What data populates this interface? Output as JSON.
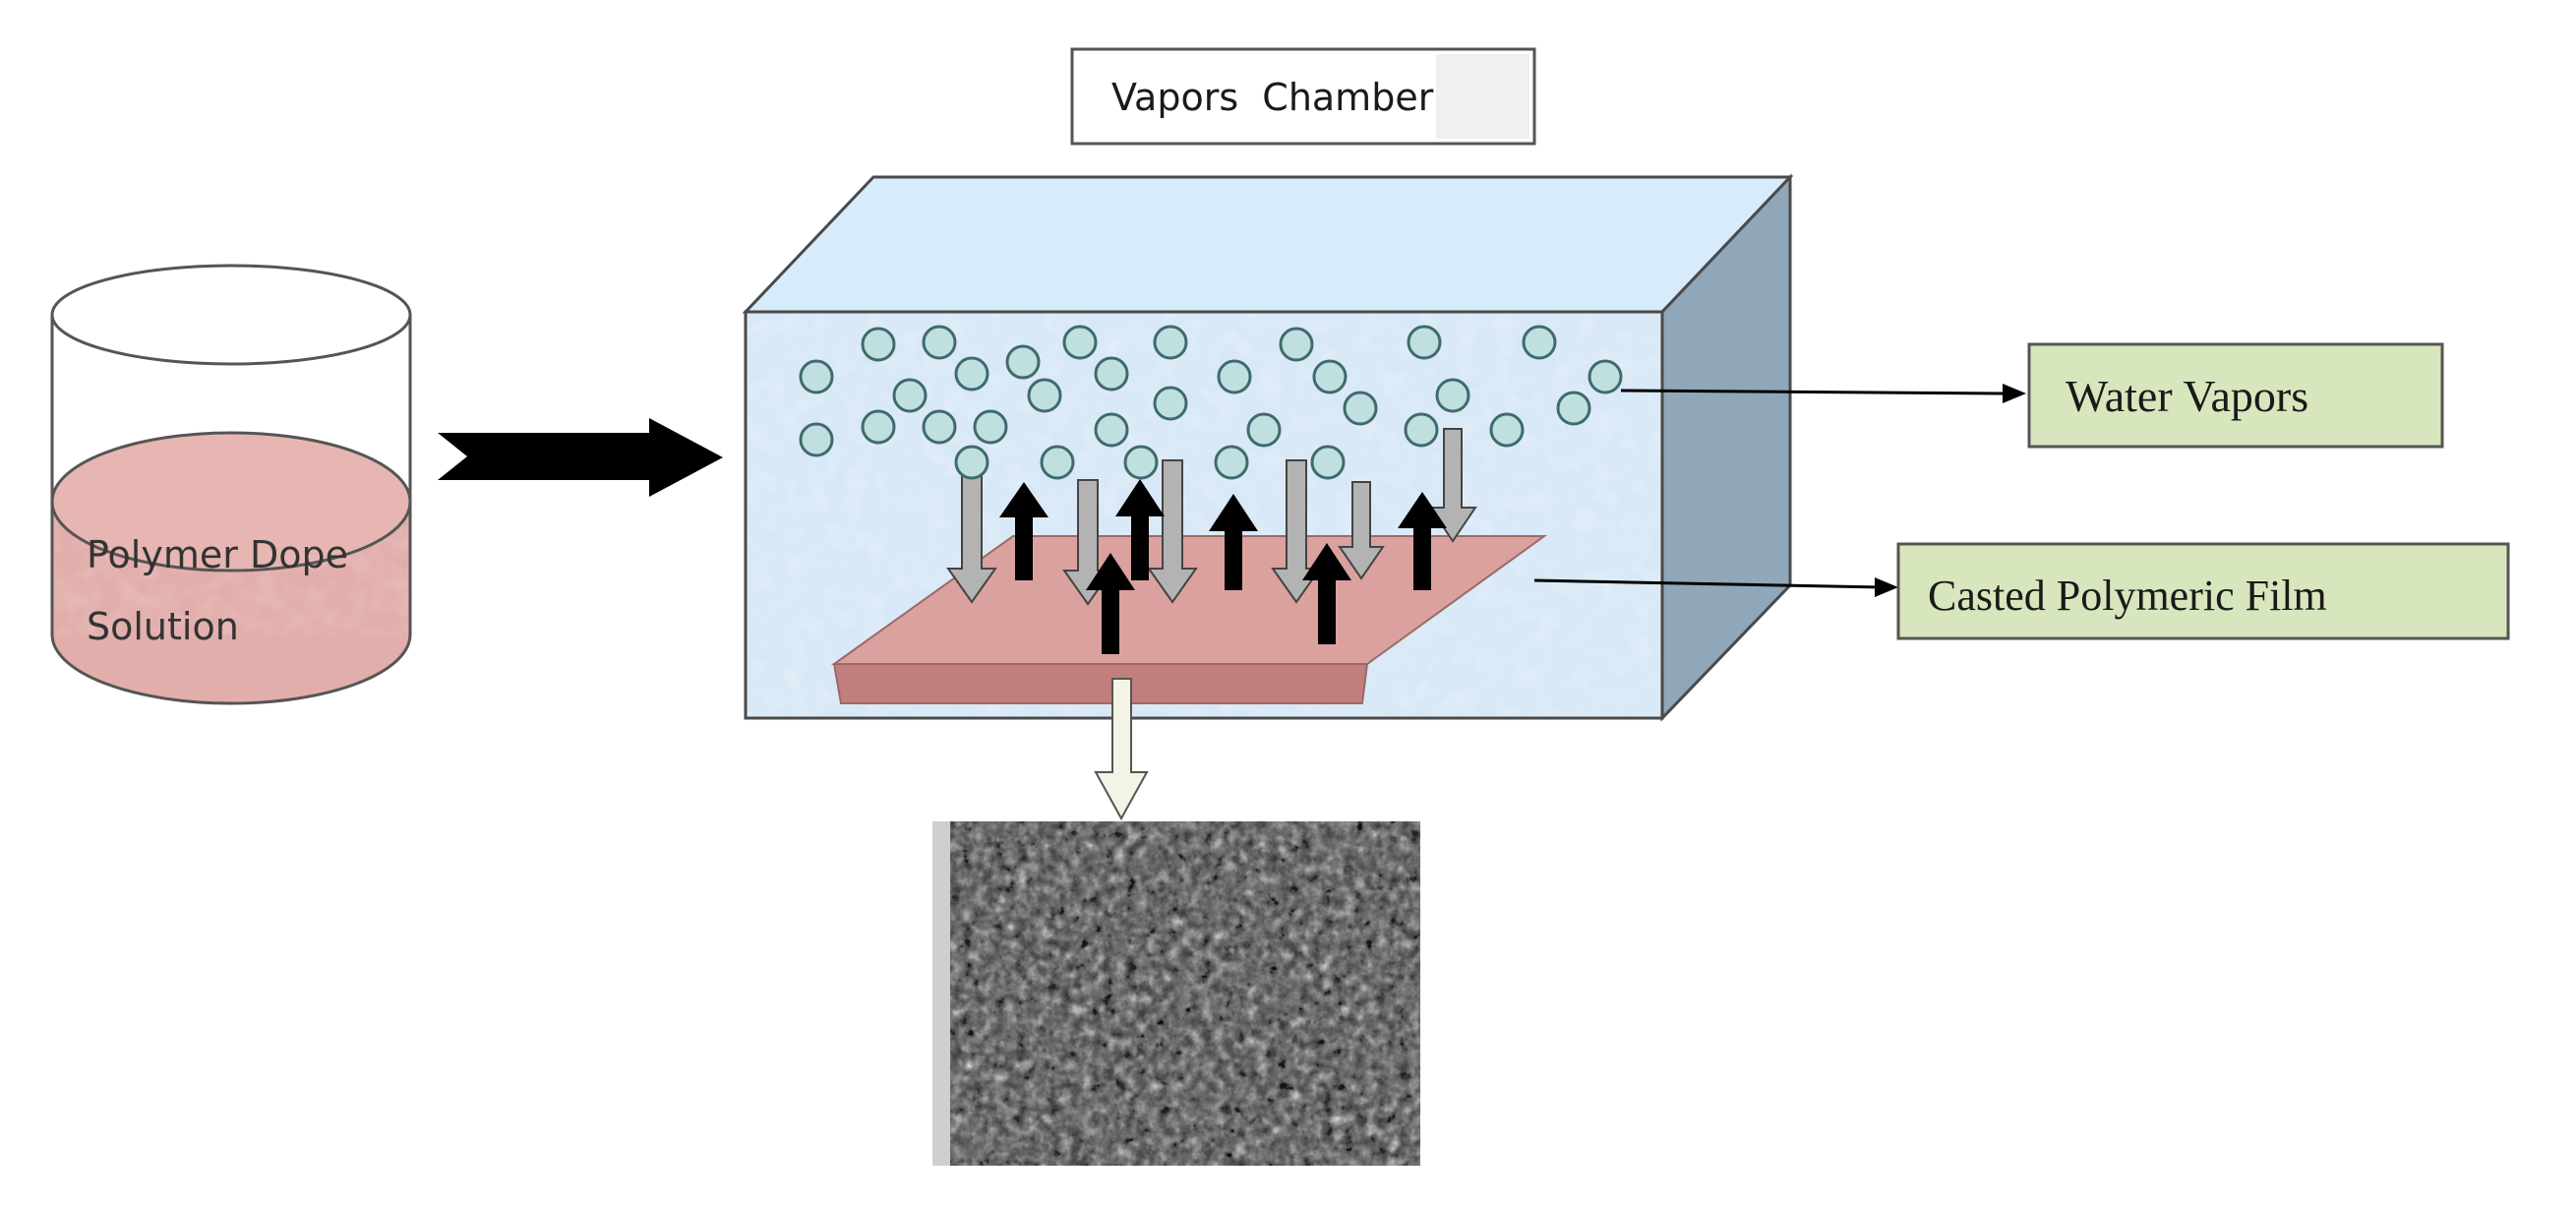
{
  "labels": {
    "chamber": "Vapors  Chamber",
    "beaker_line1": "Polymer Dope",
    "beaker_line2": "Solution",
    "water": "Water Vapors",
    "film": "Casted Polymeric Film"
  },
  "colors": {
    "solution": "#e2aeab",
    "chamber_face": "#d8e8f6",
    "chamber_top": "#d6ecfb",
    "chamber_side": "#8fa7b9",
    "film_top": "#dba19e",
    "film_edge": "#c07f7c",
    "droplet": "#bfe0df",
    "droplet_stroke": "#3f6a6e",
    "label_box": "#d8e6bd",
    "arrow_black": "#000000",
    "arrow_grey": "#b3b3b3",
    "sem": "#3a3a3a"
  },
  "icons": {
    "beaker": "beaker-icon",
    "droplet": "water-droplet-icon",
    "up_arrow": "up-arrow-icon",
    "down_arrow": "down-arrow-icon",
    "sem_image": "sem-micrograph-icon"
  }
}
